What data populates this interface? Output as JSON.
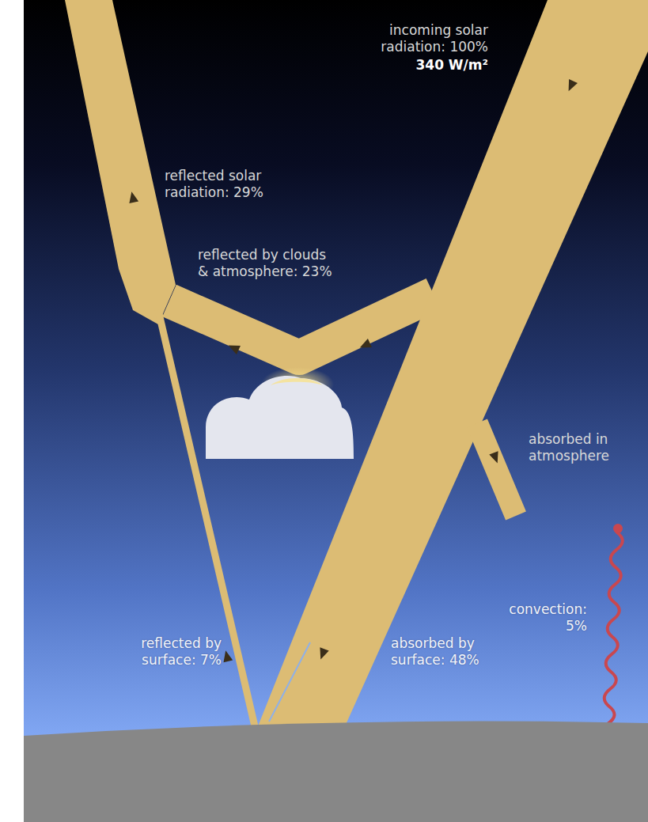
{
  "diagram": {
    "labels": [
      "incoming solar radiation: 100%",
      "340 W/m²",
      "reflected solar radiation: 29%",
      "reflected by clouds & atmosphere: 23%",
      "absorbed in atmosphere",
      "convection: 5%",
      "reflected by surface: 7%",
      "absorbed by surface: 48%"
    ]
  }
}
